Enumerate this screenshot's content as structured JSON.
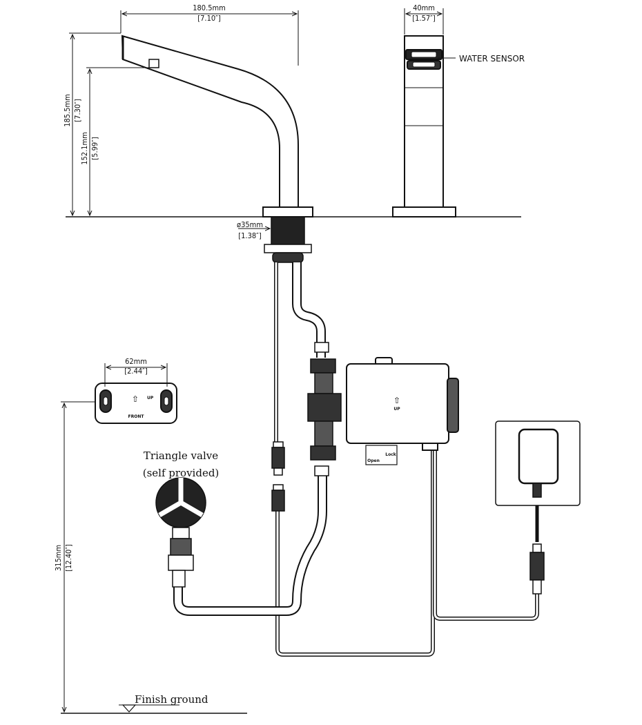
{
  "dimensions": {
    "spout_reach": {
      "mm": "180.5mm",
      "inch": "[7.10″]"
    },
    "body_width": {
      "mm": "40mm",
      "inch": "[1.57″]"
    },
    "total_height": {
      "mm": "185.5mm",
      "inch": "[7.30″]"
    },
    "outlet_height": {
      "mm": "152.1mm",
      "inch": "[5.99″]"
    },
    "shank_diameter": {
      "mm": "ø35mm",
      "inch": "[1.38″]"
    },
    "bracket_width": {
      "mm": "62mm",
      "inch": "[2.44″]"
    },
    "box_height": {
      "mm": "315mm",
      "inch": "[12.40″]"
    }
  },
  "labels": {
    "water_sensor": "WATER SENSOR",
    "triangle_valve_line1": "Triangle valve",
    "triangle_valve_line2": "(self provided)",
    "finish_ground": "Finish ground",
    "bracket_up": "UP",
    "bracket_front": "FRONT",
    "box_up": "UP",
    "switch_open": "Open",
    "switch_lock": "Lock"
  },
  "colors": {
    "line": "#111111",
    "background": "#ffffff"
  }
}
